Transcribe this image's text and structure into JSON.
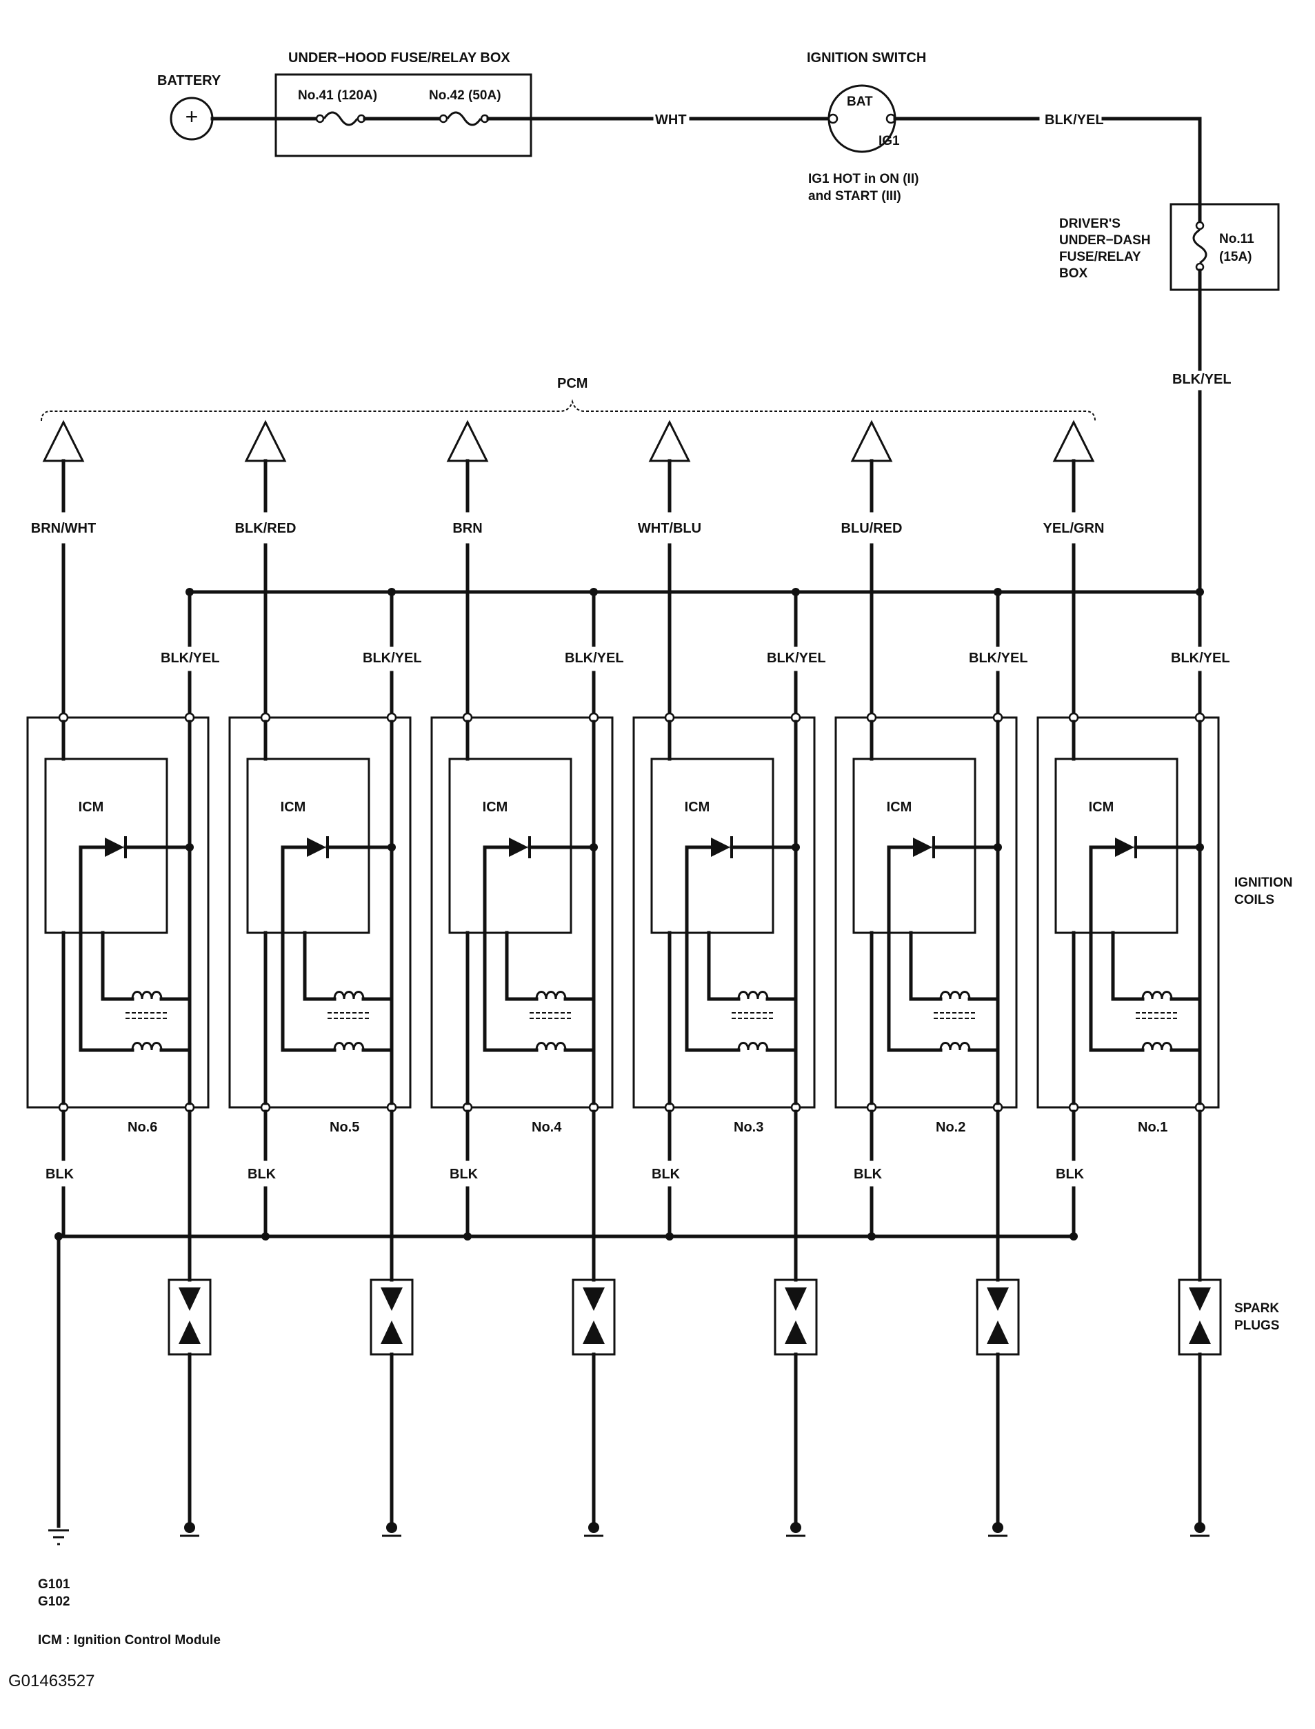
{
  "battery": {
    "label": "BATTERY",
    "symbol": "+"
  },
  "underhood_box": {
    "label": "UNDER−HOOD FUSE/RELAY BOX",
    "fuse1": "No.41 (120A)",
    "fuse2": "No.42 (50A)"
  },
  "wire_wht": "WHT",
  "ignition_switch": {
    "label": "IGNITION SWITCH",
    "bat": "BAT",
    "ig1": "IG1",
    "note_line1": "IG1 HOT in ON (II)",
    "note_line2": "and START (III)"
  },
  "wire_blk_yel_top": "BLK/YEL",
  "dash_box": {
    "label_line1": "DRIVER'S",
    "label_line2": "UNDER−DASH",
    "label_line3": "FUSE/RELAY",
    "label_line4": "BOX",
    "fuse": "No.11",
    "rating": "(15A)"
  },
  "wire_blk_yel_riser": "BLK/YEL",
  "pcm": {
    "label": "PCM"
  },
  "pcm_wires": [
    "BRN/WHT",
    "BLK/RED",
    "BRN",
    "WHT/BLU",
    "BLU/RED",
    "YEL/GRN"
  ],
  "feed_wire": "BLK/YEL",
  "icm_label": "ICM",
  "coil_numbers": [
    "No.6",
    "No.5",
    "No.4",
    "No.3",
    "No.2",
    "No.1"
  ],
  "ground_wire": "BLK",
  "ignition_coils_label_line1": "IGNITION",
  "ignition_coils_label_line2": "COILS",
  "spark_plugs_label_line1": "SPARK",
  "spark_plugs_label_line2": "PLUGS",
  "ground_ids": [
    "G101",
    "G102"
  ],
  "legend": "ICM : Ignition Control Module",
  "figure_id": "G01463527"
}
